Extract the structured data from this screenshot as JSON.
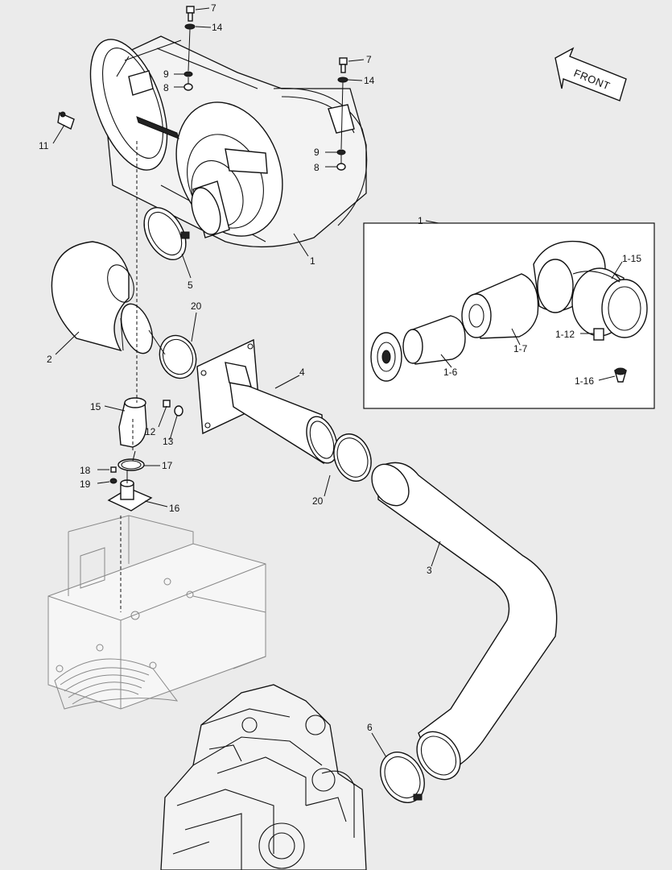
{
  "front_label": "FRONT",
  "inset_label": "1",
  "callouts": {
    "c7a": "7",
    "c14a": "14",
    "c9a": "9",
    "c8a": "8",
    "c7b": "7",
    "c14b": "14",
    "c9b": "9",
    "c8b": "8",
    "c11": "11",
    "c1": "1",
    "c5": "5",
    "c2": "2",
    "c20a": "20",
    "c4": "4",
    "c15": "15",
    "c12": "12",
    "c13": "13",
    "c17": "17",
    "c18": "18",
    "c19": "19",
    "c16": "16",
    "c20b": "20",
    "c3": "3",
    "c6": "6",
    "i115": "1-15",
    "i112": "1-12",
    "i116": "1-16",
    "i16": "1-6",
    "i17": "1-7"
  }
}
